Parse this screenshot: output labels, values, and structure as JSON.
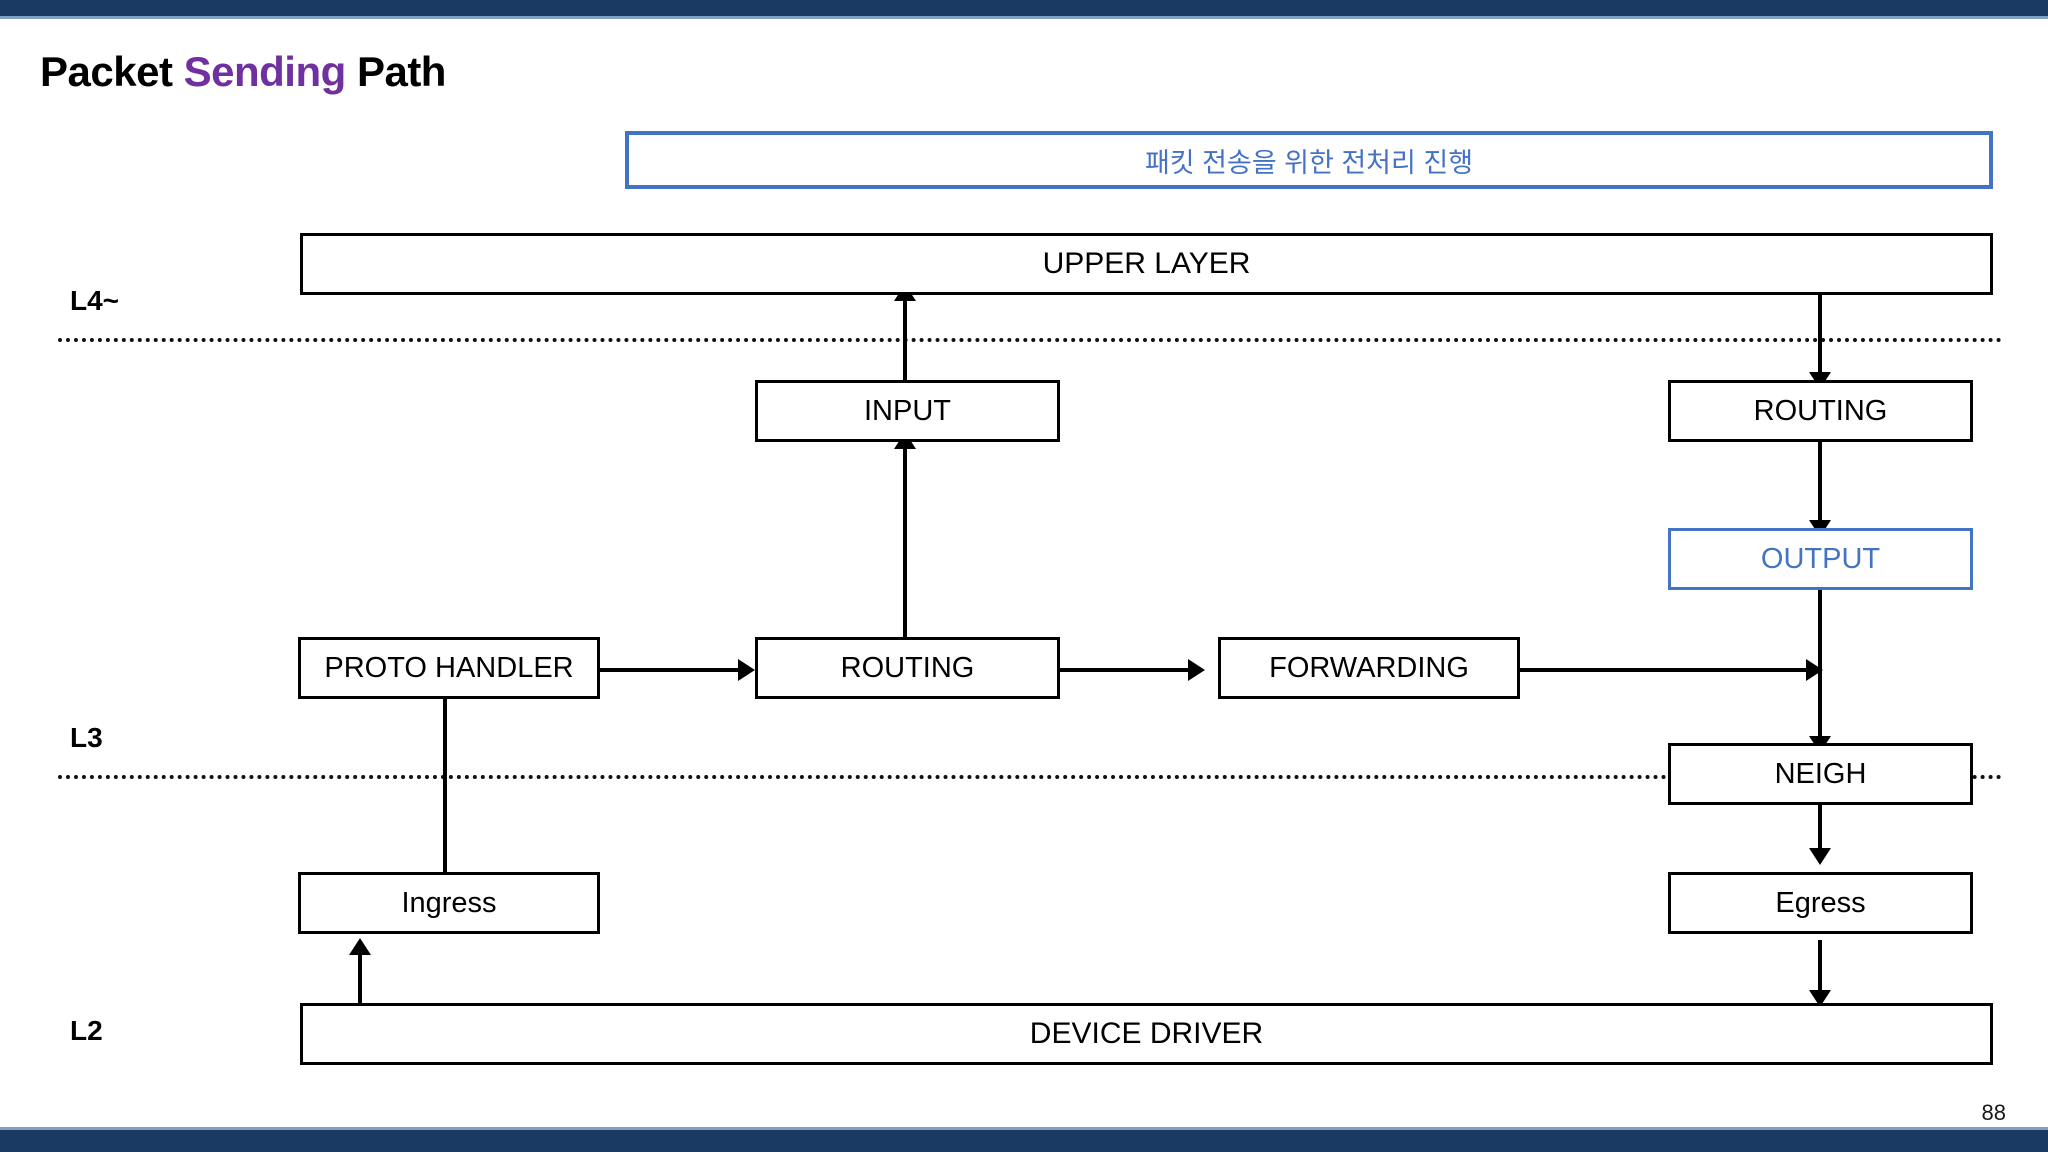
{
  "slide": {
    "title_prefix": "Packet ",
    "title_accent": "Sending",
    "title_suffix": " Path",
    "page_number": "88",
    "accent_color": "#7030a0",
    "highlight_color": "#4472c4",
    "bar_color": "#1b3a63"
  },
  "banner": {
    "text": "패킷 전송을 위한 전처리 진행"
  },
  "layers": [
    {
      "label": "L4~"
    },
    {
      "label": "L3"
    },
    {
      "label": "L2"
    }
  ],
  "diagram": {
    "nodes": [
      {
        "id": "upper-layer",
        "label": "UPPER LAYER",
        "highlight": false
      },
      {
        "id": "input",
        "label": "INPUT",
        "highlight": false
      },
      {
        "id": "routing-right",
        "label": "ROUTING",
        "highlight": false
      },
      {
        "id": "output",
        "label": "OUTPUT",
        "highlight": true
      },
      {
        "id": "proto-handler",
        "label": "PROTO HANDLER",
        "highlight": false
      },
      {
        "id": "routing-mid",
        "label": "ROUTING",
        "highlight": false
      },
      {
        "id": "forwarding",
        "label": "FORWARDING",
        "highlight": false
      },
      {
        "id": "neigh",
        "label": "NEIGH",
        "highlight": false
      },
      {
        "id": "ingress",
        "label": "Ingress",
        "highlight": false
      },
      {
        "id": "egress",
        "label": "Egress",
        "highlight": false
      },
      {
        "id": "device-driver",
        "label": "DEVICE DRIVER",
        "highlight": false
      }
    ]
  }
}
